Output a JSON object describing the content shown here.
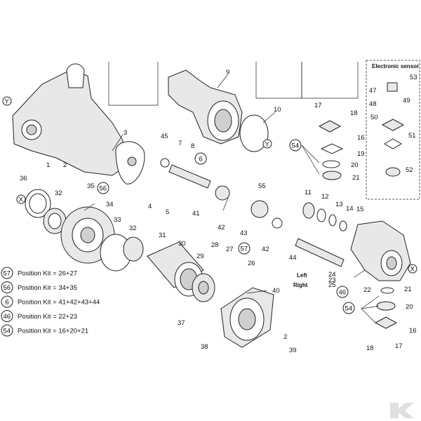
{
  "electronic_sensor": {
    "title": "Electronic sensor"
  },
  "position_labels": {
    "y": "Y",
    "x": "X"
  },
  "side_labels": {
    "left": "Left",
    "right": "Right"
  },
  "position_kits": [
    {
      "num": "57",
      "text": "Position Kit = 26+27"
    },
    {
      "num": "56",
      "text": "Position Kit = 34+35"
    },
    {
      "num": "6",
      "text": "Position Kit = 41+42+43+44"
    },
    {
      "num": "46",
      "text": "Position Kit = 22+23"
    },
    {
      "num": "54",
      "text": "Position Kit = 16+20+21"
    }
  ],
  "callouts": [
    {
      "id": "1",
      "label": "1"
    },
    {
      "id": "2a",
      "label": "2"
    },
    {
      "id": "3",
      "label": "3"
    },
    {
      "id": "4",
      "label": "4"
    },
    {
      "id": "5",
      "label": "5"
    },
    {
      "id": "6",
      "label": "6"
    },
    {
      "id": "7",
      "label": "7"
    },
    {
      "id": "8",
      "label": "8"
    },
    {
      "id": "9",
      "label": "9"
    },
    {
      "id": "10",
      "label": "10"
    },
    {
      "id": "11",
      "label": "11"
    },
    {
      "id": "12",
      "label": "12"
    },
    {
      "id": "13",
      "label": "13"
    },
    {
      "id": "14",
      "label": "14"
    },
    {
      "id": "15",
      "label": "15"
    },
    {
      "id": "16a",
      "label": "16"
    },
    {
      "id": "17a",
      "label": "17"
    },
    {
      "id": "18a",
      "label": "18"
    },
    {
      "id": "19",
      "label": "19"
    },
    {
      "id": "20a",
      "label": "20"
    },
    {
      "id": "21a",
      "label": "21"
    },
    {
      "id": "54a",
      "label": "54"
    },
    {
      "id": "22",
      "label": "22"
    },
    {
      "id": "23",
      "label": "23"
    },
    {
      "id": "24",
      "label": "24"
    },
    {
      "id": "25",
      "label": "25"
    },
    {
      "id": "26",
      "label": "26"
    },
    {
      "id": "27",
      "label": "27"
    },
    {
      "id": "28",
      "label": "28"
    },
    {
      "id": "29",
      "label": "29"
    },
    {
      "id": "30",
      "label": "30"
    },
    {
      "id": "31",
      "label": "31"
    },
    {
      "id": "32a",
      "label": "32"
    },
    {
      "id": "32b",
      "label": "32"
    },
    {
      "id": "33",
      "label": "33"
    },
    {
      "id": "34",
      "label": "34"
    },
    {
      "id": "35",
      "label": "35"
    },
    {
      "id": "36",
      "label": "36"
    },
    {
      "id": "37",
      "label": "37"
    },
    {
      "id": "38",
      "label": "38"
    },
    {
      "id": "39",
      "label": "39"
    },
    {
      "id": "40",
      "label": "40"
    },
    {
      "id": "41",
      "label": "41"
    },
    {
      "id": "42a",
      "label": "42"
    },
    {
      "id": "42b",
      "label": "42"
    },
    {
      "id": "43",
      "label": "43"
    },
    {
      "id": "44",
      "label": "44"
    },
    {
      "id": "45",
      "label": "45"
    },
    {
      "id": "46",
      "label": "46"
    },
    {
      "id": "47",
      "label": "47"
    },
    {
      "id": "48",
      "label": "48"
    },
    {
      "id": "49",
      "label": "49"
    },
    {
      "id": "50",
      "label": "50"
    },
    {
      "id": "51",
      "label": "51"
    },
    {
      "id": "52",
      "label": "52"
    },
    {
      "id": "53",
      "label": "53"
    },
    {
      "id": "55",
      "label": "55"
    },
    {
      "id": "56",
      "label": "56"
    },
    {
      "id": "57",
      "label": "57"
    },
    {
      "id": "2b",
      "label": "2"
    },
    {
      "id": "21b",
      "label": "21"
    },
    {
      "id": "20b",
      "label": "20"
    },
    {
      "id": "54b",
      "label": "54"
    },
    {
      "id": "16b",
      "label": "16"
    },
    {
      "id": "18b",
      "label": "18"
    },
    {
      "id": "17b",
      "label": "17"
    }
  ]
}
